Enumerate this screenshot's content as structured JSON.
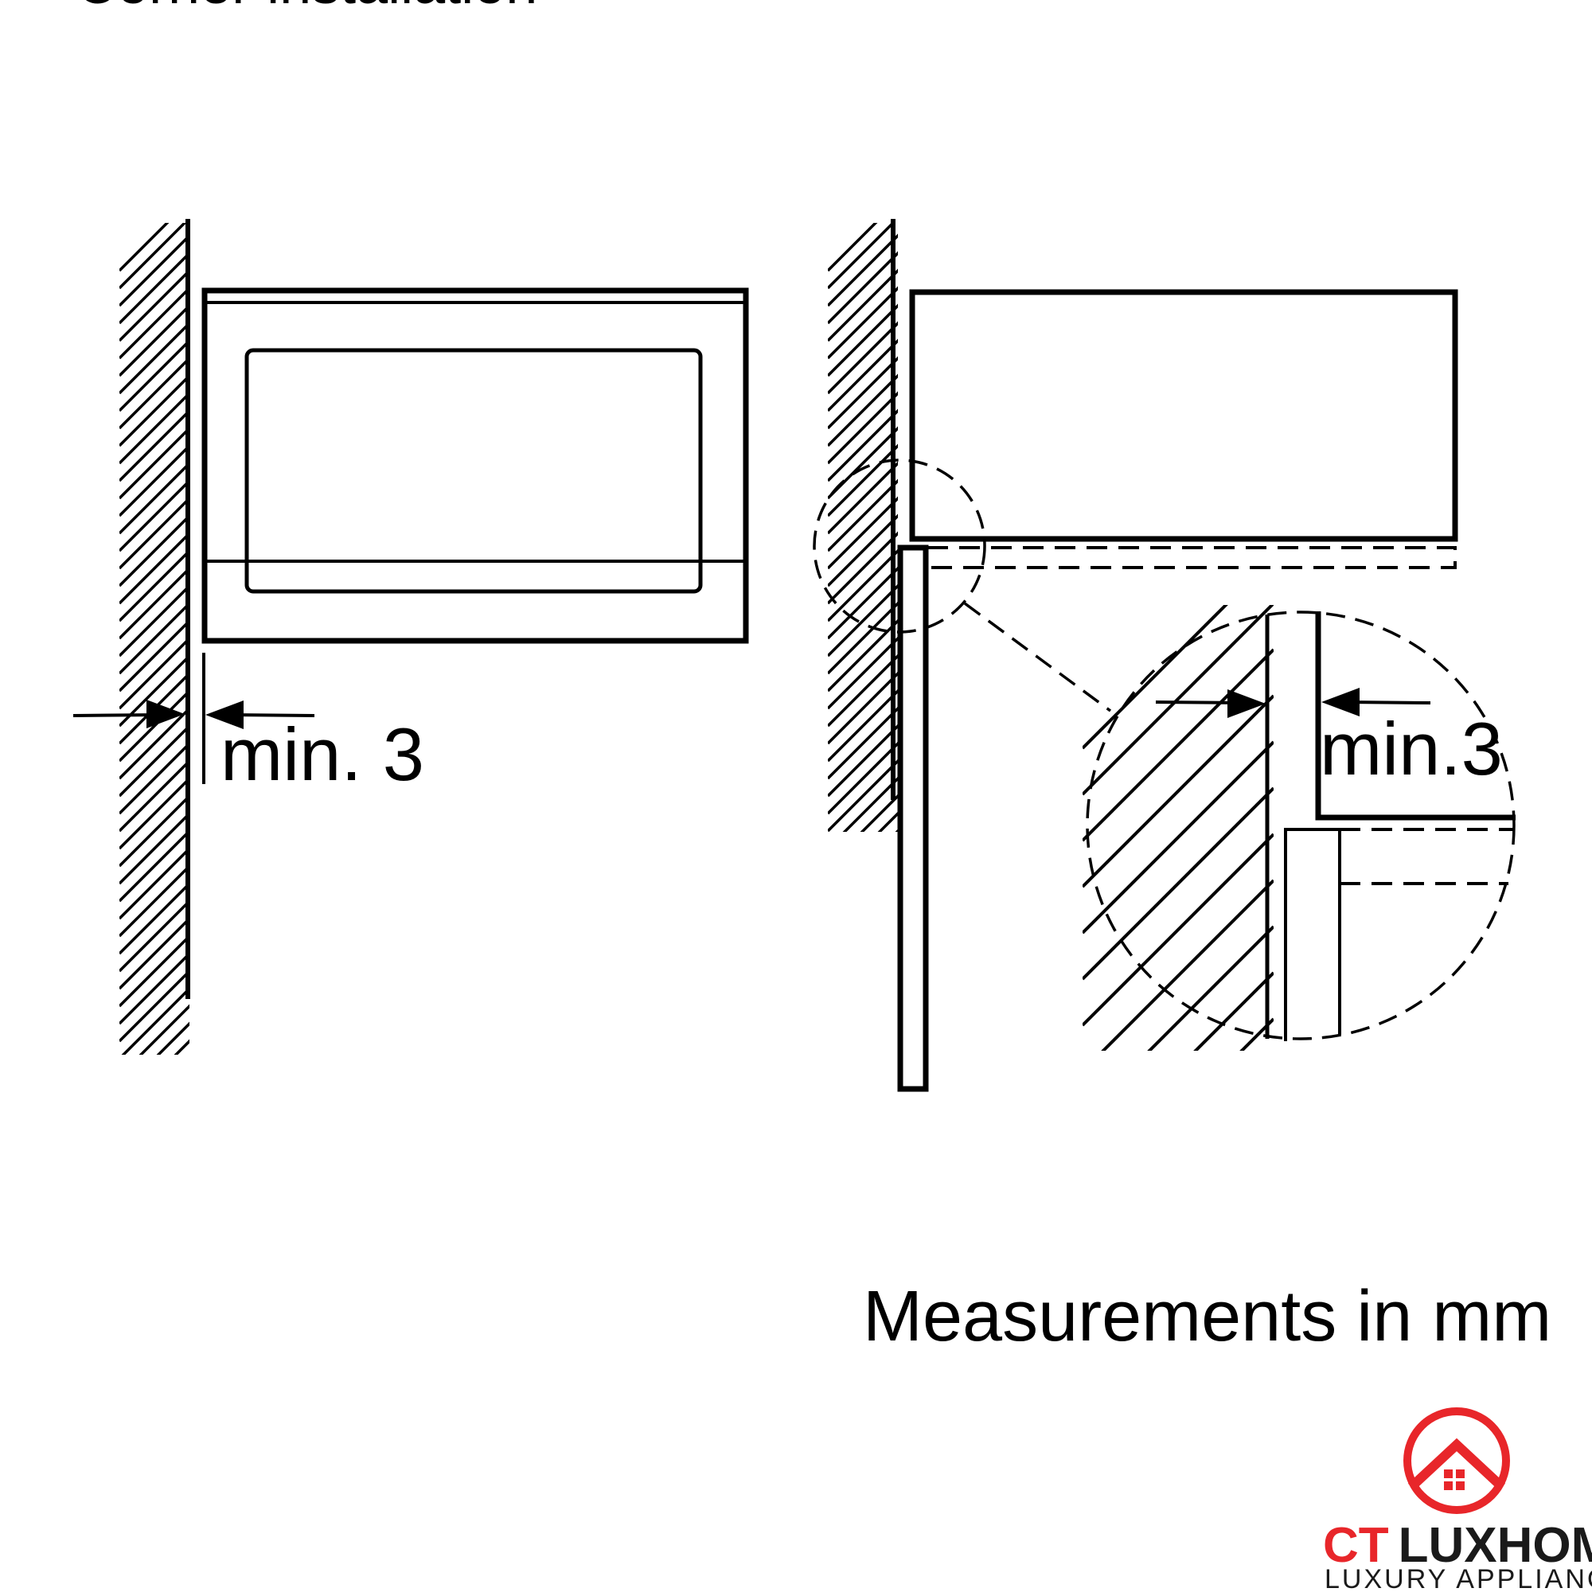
{
  "title": "Corner installation",
  "left_view": {
    "dimension_label": "min. 3"
  },
  "right_view": {
    "dimension_label": "min.3"
  },
  "caption": "Measurements in mm",
  "logo": {
    "brand_red": "CT",
    "brand_dark": "LUXHOME",
    "tagline": "LUXURY APPLIANCES",
    "accent_color": "#e8262a",
    "icon": "house-in-circle-icon"
  }
}
